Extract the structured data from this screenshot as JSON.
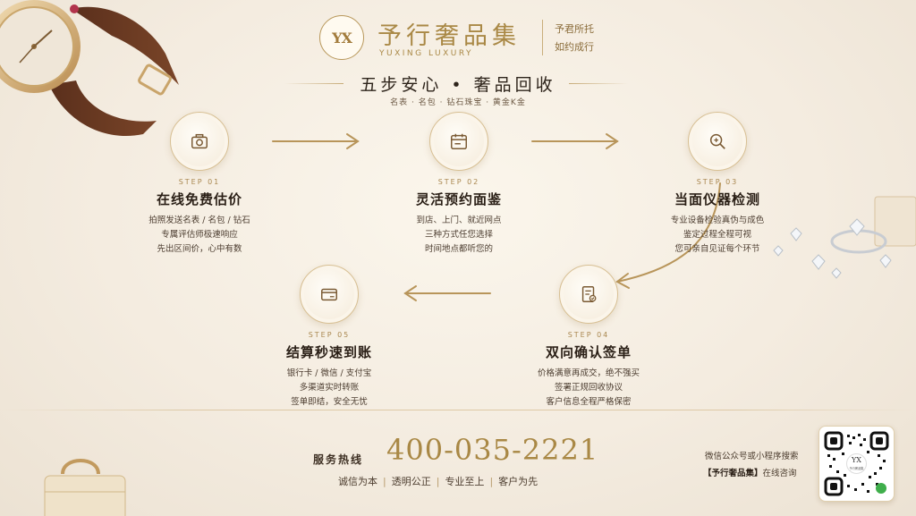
{
  "brand": {
    "logo_text": "YX",
    "name": "予行奢品集",
    "name_en": "YUXING LUXURY",
    "tagline_1": "予君所托",
    "tagline_2": "如约成行"
  },
  "headline": {
    "title": "五步安心 • 奢品回收",
    "categories": "名表 · 名包 · 钻石珠宝 · 黄金K金"
  },
  "steps": [
    {
      "label": "STEP 01",
      "title": "在线免费估价",
      "desc": [
        "拍照发送名表 / 名包 / 钻石",
        "专属评估师极速响应",
        "先出区间价，心中有数"
      ],
      "icon": "camera-icon"
    },
    {
      "label": "STEP 02",
      "title": "灵活预约面鉴",
      "desc": [
        "到店、上门、就近网点",
        "三种方式任您选择",
        "时间地点都听您的"
      ],
      "icon": "calendar-icon"
    },
    {
      "label": "STEP 03",
      "title": "当面仪器检测",
      "desc": [
        "专业设备检验真伪与成色",
        "鉴定过程全程可视",
        "您可亲自见证每个环节"
      ],
      "icon": "magnifier-icon"
    },
    {
      "label": "STEP 04",
      "title": "双向确认签单",
      "desc": [
        "价格满意再成交，绝不强买",
        "签署正规回收协议",
        "客户信息全程严格保密"
      ],
      "icon": "contract-icon"
    },
    {
      "label": "STEP 05",
      "title": "结算秒速到账",
      "desc": [
        "银行卡 / 微信 / 支付宝",
        "多渠道实时转账",
        "签单即结，安全无忧"
      ],
      "icon": "card-icon"
    }
  ],
  "footer": {
    "hotline_label": "服务热线",
    "hotline_number": "400-035-2221",
    "slogans": [
      "诚信为本",
      "透明公正",
      "专业至上",
      "客户为先"
    ],
    "qr_tip_1": "微信公众号或小程序搜索",
    "qr_tip_brand": "【予行奢品集】",
    "qr_tip_2": "在线咨询",
    "qr_center_text": "予行奢品集"
  },
  "colors": {
    "gold": "#a98845",
    "arrow": "#b8955a",
    "text_dark": "#2a1f16"
  }
}
